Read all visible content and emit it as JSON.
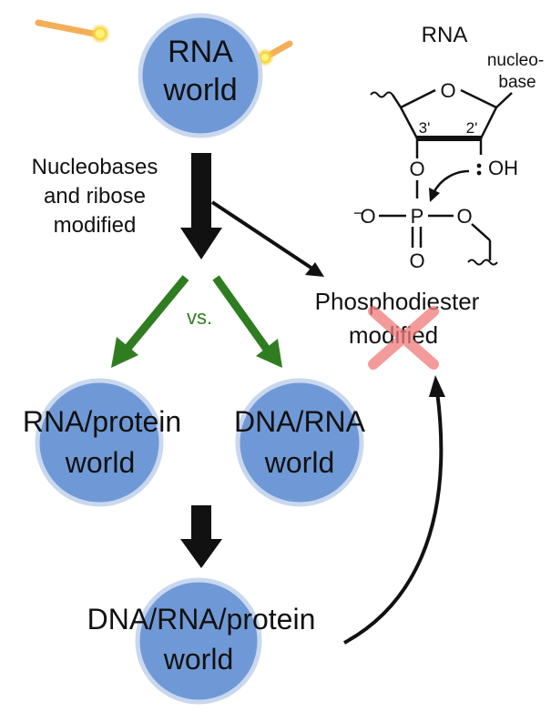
{
  "nodes": {
    "rna_world": {
      "line1": "RNA",
      "line2": "world"
    },
    "rna_protein_world": {
      "line1": "RNA/protein",
      "line2": "world"
    },
    "dna_rna_world": {
      "line1": "DNA/RNA",
      "line2": "world"
    },
    "dna_rna_protein_world": {
      "line1": "DNA/RNA/protein",
      "line2": "world"
    }
  },
  "labels": {
    "modification_line1": "Nucleobases",
    "modification_line2": "and ribose",
    "modification_line3": "modified",
    "versus": "vs.",
    "phosphodiester_line1": "Phosphodiester",
    "phosphodiester_line2": "modified"
  },
  "structure": {
    "title": "RNA",
    "nucleobase_line1": "nucleo-",
    "nucleobase_line2": "base",
    "ring_oxygen": "O",
    "pos_3prime": "3'",
    "pos_2prime": "2'",
    "oxygen_3": "O",
    "hydroxyl": "OH",
    "phosphate_left": "O",
    "minus": "−",
    "phosphorus": "P",
    "phosphate_right": "O",
    "phosphate_bottom": "O"
  },
  "colors": {
    "circle_fill": "#6f99d6",
    "circle_ring": "#c9d8ee",
    "green_arrow": "#2f7d20",
    "black_arrow": "#111111",
    "cross": "#f07a7a",
    "comet": "#f3a13a"
  }
}
